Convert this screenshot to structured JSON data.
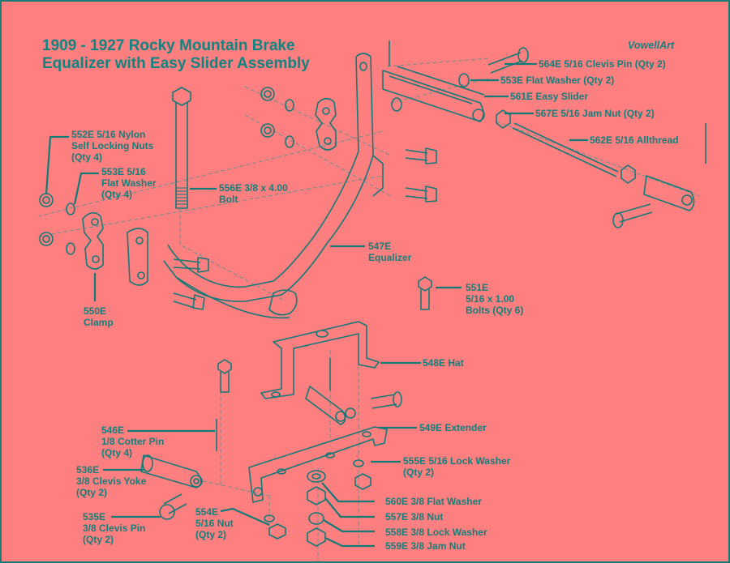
{
  "title": {
    "line1": "1909 - 1927 Rocky Mountain Brake",
    "line2": "Equalizer with Easy Slider Assembly"
  },
  "brand": "VowellArt",
  "colors": {
    "background": "#fe7f7f",
    "ink": "#137a77",
    "border": "#1b7b78"
  },
  "parts": [
    {
      "id": "564E",
      "lines": [
        "564E 5/16 Clevis Pin (Qty 2)"
      ]
    },
    {
      "id": "553E-a",
      "lines": [
        "553E Flat Washer (Qty 2)"
      ]
    },
    {
      "id": "561E",
      "lines": [
        "561E Easy Slider"
      ]
    },
    {
      "id": "567E",
      "lines": [
        "567E 5/16 Jam Nut (Qty 2)"
      ]
    },
    {
      "id": "562E",
      "lines": [
        "562E 5/16 Allthread"
      ]
    },
    {
      "id": "552E",
      "lines": [
        "552E 5/16 Nylon",
        "Self Locking Nuts",
        "(Qty 4)"
      ]
    },
    {
      "id": "553E-b",
      "lines": [
        "553E 5/16",
        "Flat Washer",
        "(Qty 4)"
      ]
    },
    {
      "id": "556E",
      "lines": [
        "556E 3/8 x 4.00",
        "Bolt"
      ]
    },
    {
      "id": "547E",
      "lines": [
        "547E",
        "Equalizer"
      ]
    },
    {
      "id": "550E",
      "lines": [
        "550E",
        "Clamp"
      ]
    },
    {
      "id": "551E",
      "lines": [
        "551E",
        "5/16 x 1.00",
        "Bolts (Qty 6)"
      ]
    },
    {
      "id": "548E",
      "lines": [
        "548E Hat"
      ]
    },
    {
      "id": "549E",
      "lines": [
        "549E Extender"
      ]
    },
    {
      "id": "546E",
      "lines": [
        "546E",
        "1/8 Cotter Pin",
        "(Qty 4)"
      ]
    },
    {
      "id": "536E",
      "lines": [
        "536E",
        "3/8 Clevis Yoke",
        "(Qty 2)"
      ]
    },
    {
      "id": "535E",
      "lines": [
        "535E",
        "3/8 Clevis Pin",
        "(Qty 2)"
      ]
    },
    {
      "id": "554E",
      "lines": [
        "554E",
        "5/16 Nut",
        "(Qty 2)"
      ]
    },
    {
      "id": "555E",
      "lines": [
        "555E 5/16 Lock Washer",
        "(Qty 2)"
      ]
    },
    {
      "id": "560E",
      "lines": [
        "560E 3/8 Flat Washer"
      ]
    },
    {
      "id": "557E",
      "lines": [
        "557E 3/8 Nut"
      ]
    },
    {
      "id": "558E",
      "lines": [
        "558E 3/8 Lock Washer"
      ]
    },
    {
      "id": "559E",
      "lines": [
        "559E 3/8 Jam Nut"
      ]
    }
  ]
}
